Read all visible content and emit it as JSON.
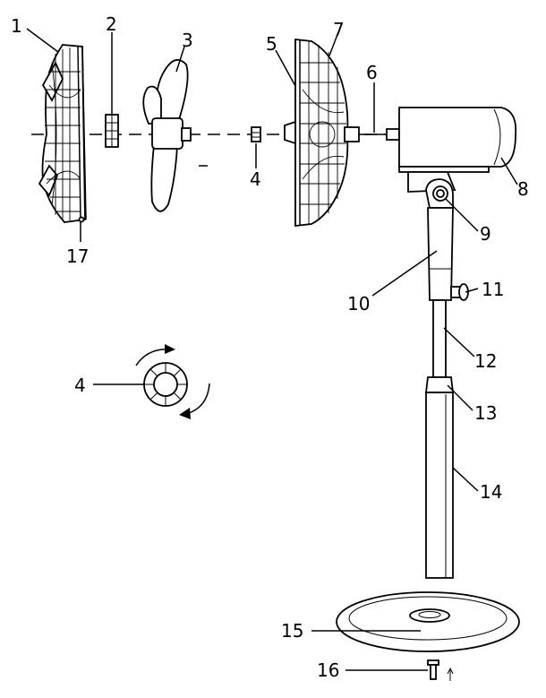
{
  "labels": {
    "l1": "1",
    "l2": "2",
    "l3": "3",
    "l4a": "4",
    "l4b": "4",
    "l5": "5",
    "l6": "6",
    "l7": "7",
    "l8": "8",
    "l9": "9",
    "l10": "10",
    "l11": "11",
    "l12": "12",
    "l13": "13",
    "l14": "14",
    "l15": "15",
    "l16": "16",
    "l17": "17"
  }
}
